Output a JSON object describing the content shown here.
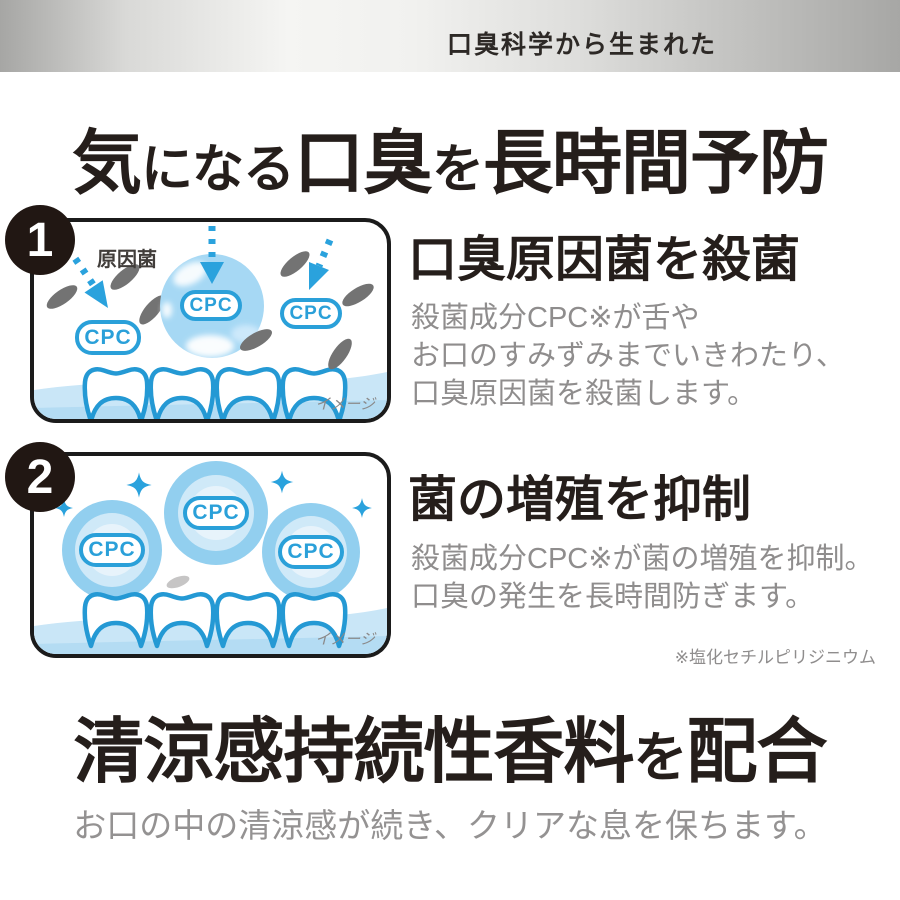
{
  "banner": {
    "tagline": "口臭科学から生まれた"
  },
  "headline": {
    "parts": [
      "気",
      "になる",
      "口臭",
      "を",
      "長時間予防"
    ]
  },
  "sections": [
    {
      "number": "1",
      "illustration_label": "原因菌",
      "cpc_label": "CPC",
      "image_note": "イメージ",
      "title": "口臭原因菌を殺菌",
      "body_lines": [
        "殺菌成分CPC※が舌や",
        "お口のすみずみまでいきわたり、",
        "口臭原因菌を殺菌します。"
      ]
    },
    {
      "number": "2",
      "cpc_label": "CPC",
      "image_note": "イメージ",
      "title": "菌の増殖を抑制",
      "body_lines": [
        "殺菌成分CPC※が菌の増殖を抑制。",
        "口臭の発生を長時間防ぎます。"
      ]
    }
  ],
  "footnote": "※塩化セチルピリジニウム",
  "bottom": {
    "heading_parts": [
      "清涼感持続性香料",
      "を",
      "配合"
    ],
    "subtitle": "お口の中の清涼感が続き、クリアな息を保ちます。"
  },
  "colors": {
    "accent_blue": "#2aa0d9",
    "bubble_blue": "#a6d8f4",
    "ring_blue": "#92cfef",
    "band_blue": "#c9e6f7",
    "bacteria_gray": "#737373",
    "text_black": "#251e1b",
    "text_gray": "#8f8d8d",
    "badge_black": "#211713"
  }
}
